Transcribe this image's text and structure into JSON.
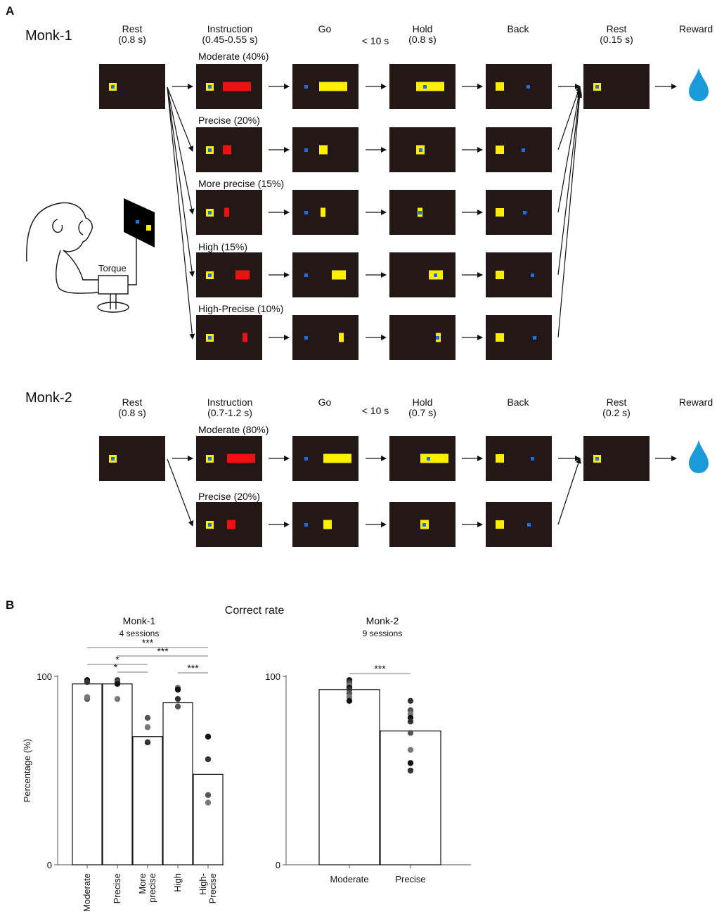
{
  "panel_a": {
    "label": "A",
    "monk1": {
      "name": "Monk-1",
      "phases": [
        {
          "name": "Rest",
          "time": "(0.8 s)"
        },
        {
          "name": "Instruction",
          "time": "(0.45-0.55 s)"
        },
        {
          "name": "Go",
          "time": ""
        },
        {
          "name": "Hold",
          "time": "(0.8 s)"
        },
        {
          "name": "Back",
          "time": ""
        },
        {
          "name": "Rest",
          "time": "(0.15 s)"
        },
        {
          "name": "Reward",
          "time": ""
        }
      ],
      "go_limit": "< 10 s",
      "conditions": [
        {
          "label": "Moderate (40%)"
        },
        {
          "label": "Precise (20%)"
        },
        {
          "label": "More precise (15%)"
        },
        {
          "label": "High (15%)"
        },
        {
          "label": "High-Precise (10%)"
        }
      ]
    },
    "monk2": {
      "name": "Monk-2",
      "phases": [
        {
          "name": "Rest",
          "time": "(0.8 s)"
        },
        {
          "name": "Instruction",
          "time": "(0.7-1.2 s)"
        },
        {
          "name": "Go",
          "time": ""
        },
        {
          "name": "Hold",
          "time": "(0.7 s)"
        },
        {
          "name": "Back",
          "time": ""
        },
        {
          "name": "Rest",
          "time": "(0.2 s)"
        },
        {
          "name": "Reward",
          "time": ""
        }
      ],
      "go_limit": "< 10 s",
      "conditions": [
        {
          "label": "Moderate (80%)"
        },
        {
          "label": "Precise (20%)"
        }
      ]
    },
    "torque_label": "Torque",
    "colors": {
      "screen": "#231815",
      "target_red": "#ee1111",
      "target_yellow": "#ffee00",
      "cursor_blue": "#1a6fe8",
      "reward_drop": "#1a9ad8"
    }
  },
  "panel_b": {
    "label": "B",
    "title": "Correct rate",
    "ylabel": "Percentage (%)",
    "charts": [
      {
        "name": "Monk-1",
        "sessions": "4 sessions",
        "categories": [
          "Moderate",
          "Precise",
          "More precise",
          "High",
          "High-Precise"
        ],
        "cat_lines": [
          [
            "Moderate"
          ],
          [
            "Precise"
          ],
          [
            "More",
            "precise"
          ],
          [
            "High"
          ],
          [
            "High-",
            "Precise"
          ]
        ],
        "ytick_labels": [
          "0",
          "100"
        ],
        "significance": [
          {
            "from": 0,
            "to": 4,
            "label": "***"
          },
          {
            "from": 1,
            "to": 4,
            "label": "***"
          },
          {
            "from": 0,
            "to": 2,
            "label": "*"
          },
          {
            "from": 1,
            "to": 2,
            "label": "*"
          },
          {
            "from": 3,
            "to": 4,
            "label": "***"
          }
        ]
      },
      {
        "name": "Monk-2",
        "sessions": "9 sessions",
        "categories": [
          "Moderate",
          "Precise"
        ],
        "cat_lines": [
          [
            "Moderate"
          ],
          [
            "Precise"
          ]
        ],
        "ytick_labels": [
          "0",
          "100"
        ],
        "significance": [
          {
            "from": 0,
            "to": 1,
            "label": "***"
          }
        ]
      }
    ]
  },
  "chart_data": [
    {
      "type": "bar",
      "title": "Monk-1",
      "subtitle": "4 sessions",
      "ylabel": "Percentage (%)",
      "ylim": [
        0,
        100
      ],
      "categories": [
        "Moderate",
        "Precise",
        "More precise",
        "High",
        "High-Precise"
      ],
      "values": [
        96,
        96,
        68,
        86,
        48
      ],
      "points": [
        [
          98,
          97,
          88,
          89
        ],
        [
          98,
          97,
          88,
          96
        ],
        [
          78,
          73,
          65,
          65
        ],
        [
          94,
          93,
          88,
          84
        ],
        [
          68,
          56,
          37,
          33
        ]
      ]
    },
    {
      "type": "bar",
      "title": "Monk-2",
      "subtitle": "9 sessions",
      "ylabel": "Percentage (%)",
      "ylim": [
        0,
        100
      ],
      "categories": [
        "Moderate",
        "Precise"
      ],
      "values": [
        93,
        71
      ],
      "points": [
        [
          98,
          97,
          96,
          95,
          94,
          93,
          91,
          89,
          87
        ],
        [
          87,
          82,
          80,
          78,
          76,
          70,
          61,
          54,
          50
        ]
      ]
    }
  ]
}
